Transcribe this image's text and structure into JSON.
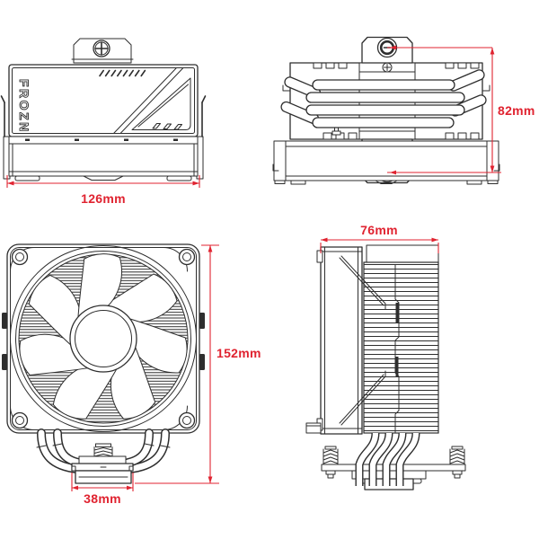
{
  "page": {
    "background": "#ffffff"
  },
  "drawing": {
    "line_color": "#2e2e2e",
    "dimension_color": "#e02330",
    "brand": "FROZN",
    "dims": {
      "width": "126mm",
      "depth": "82mm",
      "height": "152mm",
      "base_width": "38mm",
      "body_depth": "76mm"
    }
  }
}
